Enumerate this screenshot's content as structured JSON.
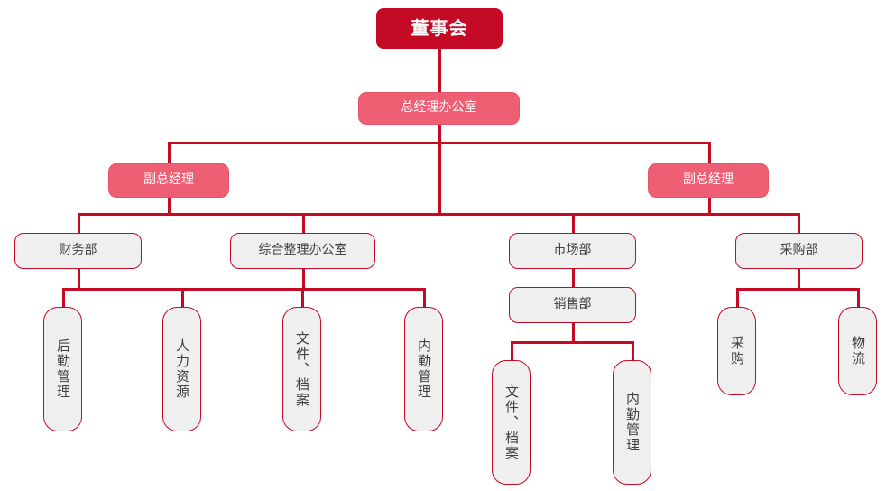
{
  "chart": {
    "title": "",
    "type": "org-chart",
    "colors": {
      "root_fill": "#c40a24",
      "exec_fill": "#ef5f74",
      "dept_fill": "#efefef",
      "line": "#c40a24",
      "dept_text": "#404040",
      "exec_text": "#ffffff",
      "background": "#ffffff"
    },
    "nodes": {
      "board": "董事会",
      "gm_office": "总经理办公室",
      "deputy_gm_left": "副总经理",
      "deputy_gm_right": "副总经理",
      "finance_dept": "财务部",
      "admin_office": "综合整理办公室",
      "marketing_dept": "市场部",
      "purchasing_dept": "采购部",
      "sales_dept": "销售部",
      "logistics_mgmt": "后勤管理",
      "human_resources": "人力资源",
      "docs_archives_admin": "文件、档案",
      "office_mgmt_admin": "内勤管理",
      "docs_archives_sales": "文件、档案",
      "office_mgmt_sales": "内勤管理",
      "purchasing": "采购",
      "logistics": "物流"
    }
  }
}
